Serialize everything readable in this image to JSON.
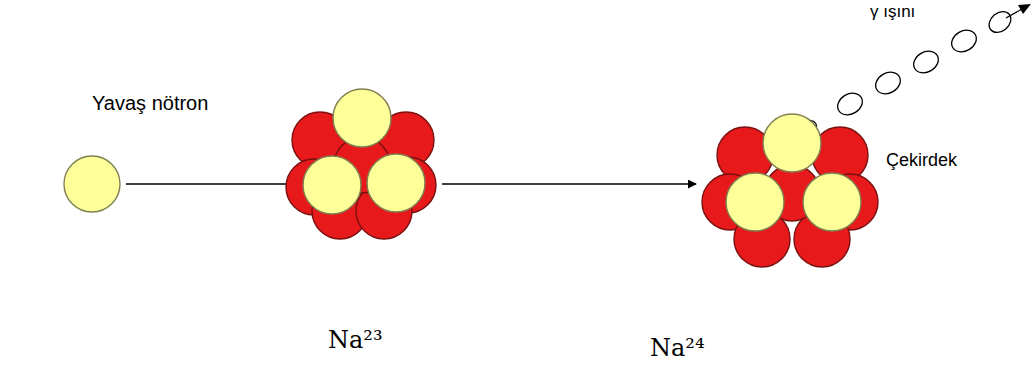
{
  "diagram": {
    "nodes": [
      {
        "text": [
          "Yavaş nötron"
        ]
      },
      {
        "text": [
          "Na²³"
        ]
      },
      {
        "text": [
          "Na²⁴"
        ]
      }
    ],
    "edges": [
      {
        "from": 0,
        "to": 1,
        "arrow": "to"
      },
      {
        "from": 1,
        "to": 2,
        "arrow": "to"
      }
    ],
    "labels": [
      "Çekirdek",
      "γ ışını"
    ]
  }
}
